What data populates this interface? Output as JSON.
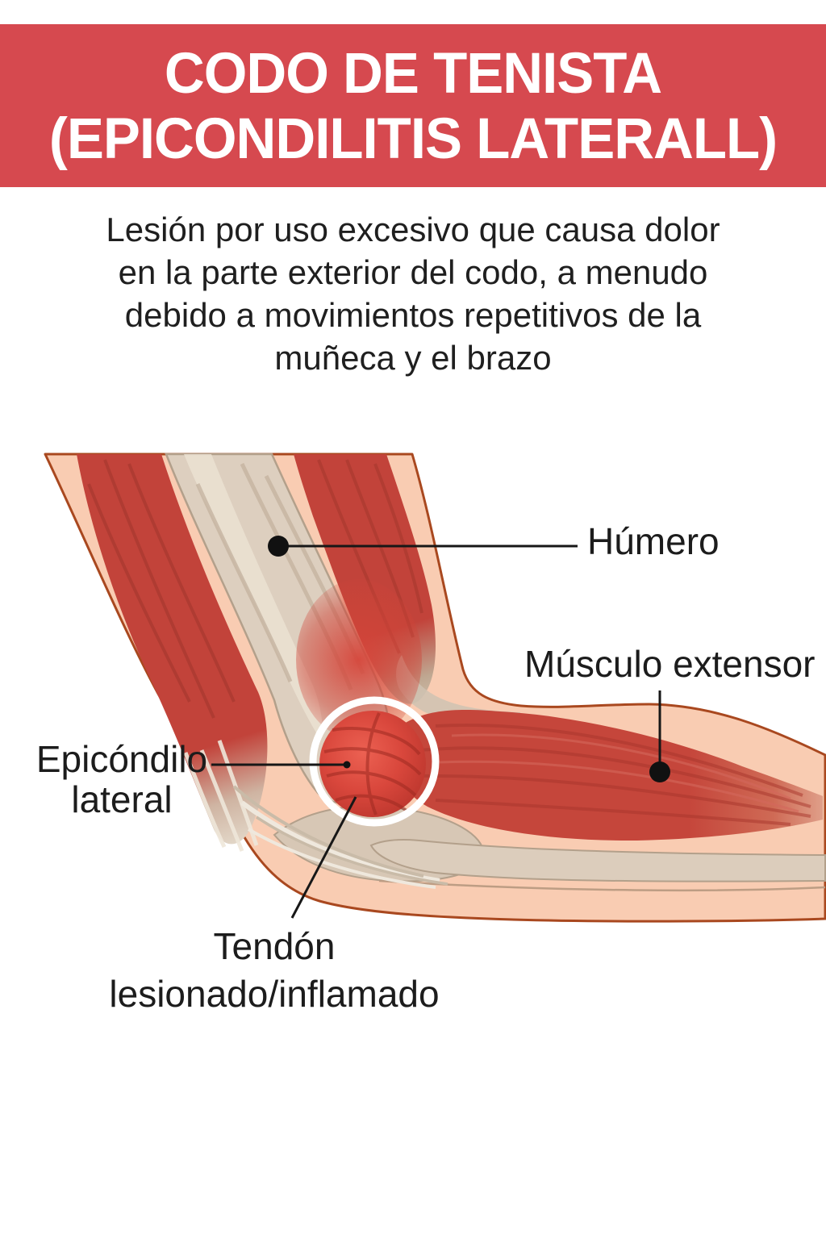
{
  "banner": {
    "title_line1": "CODO DE TENISTA",
    "title_line2": "(EPICONDILITIS LATERALL)",
    "bg_color": "#d6494f",
    "text_color": "#ffffff"
  },
  "description": {
    "lines": [
      "Lesión por uso excesivo que causa dolor",
      "en la parte exterior del codo, a menudo",
      "debido a movimientos repetitivos de la",
      "muñeca y el brazo"
    ]
  },
  "diagram": {
    "labels": {
      "humero": "Húmero",
      "musculo_extensor": "Músculo extensor",
      "epicondilo_line1": "Epicóndilo",
      "epicondilo_line2": "lateral",
      "tendon_line1": "Tendón",
      "tendon_line2": "lesionado/inflamado"
    },
    "colors": {
      "skin": "#f9ccb2",
      "skin_outline": "#a9481f",
      "muscle": "#c4453a",
      "muscle_dark_fiber": "#a1362c",
      "bone": "#ddcfbf",
      "bone_outline": "#b3a08b",
      "tendon_gray": "#d8ccbc",
      "inflamed_red": "#e2574a",
      "highlight_ring": "#ffffff",
      "label_text": "#1c1c1c"
    }
  }
}
